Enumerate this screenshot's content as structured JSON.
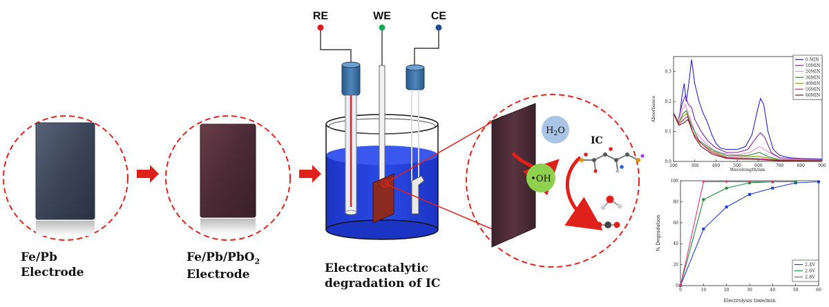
{
  "stages": [
    {
      "line1": "Fe/Pb",
      "line2": "Electrode"
    },
    {
      "line1": "Fe/Pb/PbO",
      "sub": "2",
      "line2": "Electrode"
    },
    {
      "line1": "Electrocatalytic",
      "line2": "degradation of IC"
    }
  ],
  "cell": {
    "re": "RE",
    "we": "WE",
    "ce": "CE",
    "re_color": "#e01818",
    "we_color": "#19a85a",
    "ce_color": "#1f4e8a"
  },
  "mechanism": {
    "water": "H",
    "water_sub": "2",
    "water_end": "O",
    "radical": "•OH",
    "pollutant": "IC"
  },
  "colors": {
    "accent_red": "#e0201a",
    "solution": "#1e3dd8",
    "electrode_dark": "#3f4a5c",
    "electrode_coated": "#4a2a35",
    "radical_green": "#8fd14f",
    "water_blue": "#a9c4e4"
  },
  "chart_data": [
    {
      "type": "line",
      "xlabel": "Wavelength/nm",
      "ylabel": "Absorbance",
      "xlim": [
        200,
        900
      ],
      "ylim": [
        0,
        0.35
      ],
      "xticks": [
        200,
        300,
        400,
        500,
        600,
        700,
        800,
        900
      ],
      "yticks": [
        0.0,
        0.1,
        0.2,
        0.3
      ],
      "ytick_labels": [
        "0.0",
        "0.1",
        "0.2",
        "0.3"
      ],
      "legend_position": "top-right",
      "series": [
        {
          "name": "0 MIN",
          "color": "#2222cc",
          "points": [
            [
              200,
              0.16
            ],
            [
              210,
              0.15
            ],
            [
              220,
              0.13
            ],
            [
              230,
              0.16
            ],
            [
              240,
              0.22
            ],
            [
              250,
              0.26
            ],
            [
              260,
              0.2
            ],
            [
              270,
              0.25
            ],
            [
              285,
              0.34
            ],
            [
              300,
              0.26
            ],
            [
              320,
              0.2
            ],
            [
              340,
              0.16
            ],
            [
              360,
              0.13
            ],
            [
              380,
              0.09
            ],
            [
              400,
              0.06
            ],
            [
              420,
              0.045
            ],
            [
              450,
              0.04
            ],
            [
              500,
              0.04
            ],
            [
              540,
              0.05
            ],
            [
              570,
              0.09
            ],
            [
              595,
              0.17
            ],
            [
              610,
              0.21
            ],
            [
              625,
              0.19
            ],
            [
              645,
              0.1
            ],
            [
              670,
              0.04
            ],
            [
              700,
              0.02
            ],
            [
              750,
              0.012
            ],
            [
              800,
              0.01
            ],
            [
              900,
              0.008
            ]
          ]
        },
        {
          "name": "10MIN",
          "color": "#7b1fa2",
          "points": [
            [
              200,
              0.16
            ],
            [
              220,
              0.13
            ],
            [
              240,
              0.19
            ],
            [
              255,
              0.22
            ],
            [
              270,
              0.19
            ],
            [
              285,
              0.18
            ],
            [
              300,
              0.14
            ],
            [
              330,
              0.1
            ],
            [
              360,
              0.07
            ],
            [
              400,
              0.045
            ],
            [
              450,
              0.03
            ],
            [
              500,
              0.03
            ],
            [
              550,
              0.04
            ],
            [
              590,
              0.08
            ],
            [
              610,
              0.096
            ],
            [
              630,
              0.08
            ],
            [
              660,
              0.03
            ],
            [
              700,
              0.012
            ],
            [
              800,
              0.008
            ],
            [
              900,
              0.006
            ]
          ]
        },
        {
          "name": "20MIN",
          "color": "#e88ad8",
          "points": [
            [
              200,
              0.16
            ],
            [
              220,
              0.13
            ],
            [
              240,
              0.17
            ],
            [
              255,
              0.19
            ],
            [
              275,
              0.15
            ],
            [
              300,
              0.1
            ],
            [
              340,
              0.07
            ],
            [
              400,
              0.03
            ],
            [
              500,
              0.022
            ],
            [
              560,
              0.03
            ],
            [
              605,
              0.05
            ],
            [
              640,
              0.035
            ],
            [
              700,
              0.01
            ],
            [
              900,
              0.005
            ]
          ]
        },
        {
          "name": "30MIN",
          "color": "#2e8b3a",
          "points": [
            [
              200,
              0.16
            ],
            [
              225,
              0.13
            ],
            [
              245,
              0.16
            ],
            [
              260,
              0.17
            ],
            [
              285,
              0.12
            ],
            [
              320,
              0.07
            ],
            [
              380,
              0.04
            ],
            [
              450,
              0.02
            ],
            [
              550,
              0.02
            ],
            [
              605,
              0.03
            ],
            [
              650,
              0.015
            ],
            [
              700,
              0.006
            ],
            [
              900,
              0.004
            ]
          ]
        },
        {
          "name": "40MIN",
          "color": "#8a9a1a",
          "points": [
            [
              200,
              0.16
            ],
            [
              225,
              0.13
            ],
            [
              245,
              0.15
            ],
            [
              262,
              0.16
            ],
            [
              290,
              0.1
            ],
            [
              320,
              0.065
            ],
            [
              380,
              0.035
            ],
            [
              450,
              0.015
            ],
            [
              600,
              0.017
            ],
            [
              700,
              0.004
            ],
            [
              900,
              0.003
            ]
          ]
        },
        {
          "name": "50MIN",
          "color": "#d81b7a",
          "points": [
            [
              200,
              0.16
            ],
            [
              225,
              0.125
            ],
            [
              248,
              0.14
            ],
            [
              265,
              0.15
            ],
            [
              295,
              0.09
            ],
            [
              330,
              0.06
            ],
            [
              380,
              0.03
            ],
            [
              450,
              0.012
            ],
            [
              600,
              0.01
            ],
            [
              700,
              0.003
            ],
            [
              900,
              0.002
            ]
          ]
        },
        {
          "name": "60MIN",
          "color": "#6b1a1a",
          "points": [
            [
              200,
              0.16
            ],
            [
              225,
              0.12
            ],
            [
              250,
              0.13
            ],
            [
              268,
              0.14
            ],
            [
              300,
              0.08
            ],
            [
              330,
              0.05
            ],
            [
              380,
              0.025
            ],
            [
              450,
              0.01
            ],
            [
              600,
              0.006
            ],
            [
              700,
              0.002
            ],
            [
              900,
              0.001
            ]
          ]
        }
      ]
    },
    {
      "type": "line",
      "xlabel": "Electrolysis time/min",
      "ylabel": "% Degradation",
      "xlim": [
        0,
        60
      ],
      "ylim": [
        0,
        100
      ],
      "xticks": [
        0,
        10,
        20,
        30,
        40,
        50,
        60
      ],
      "yticks": [
        0,
        20,
        40,
        60,
        80,
        100
      ],
      "legend_position": "bottom-right",
      "series": [
        {
          "name": "2.4V",
          "color": "#1f3fd0",
          "marker": "square",
          "points": [
            [
              0,
              0
            ],
            [
              10,
              54
            ],
            [
              20,
              75
            ],
            [
              30,
              87
            ],
            [
              40,
              93
            ],
            [
              50,
              98
            ],
            [
              60,
              99
            ]
          ]
        },
        {
          "name": "2.6V",
          "color": "#1e8b3a",
          "marker": "circle",
          "points": [
            [
              0,
              0
            ],
            [
              10,
              82
            ],
            [
              20,
              93
            ],
            [
              30,
              98
            ],
            [
              40,
              99
            ],
            [
              50,
              99
            ]
          ]
        },
        {
          "name": "2.8V",
          "color": "#e0307a",
          "marker": "triangle",
          "points": [
            [
              0,
              0
            ],
            [
              10,
              99
            ],
            [
              20,
              99
            ],
            [
              30,
              99
            ],
            [
              40,
              99
            ]
          ]
        }
      ]
    }
  ]
}
